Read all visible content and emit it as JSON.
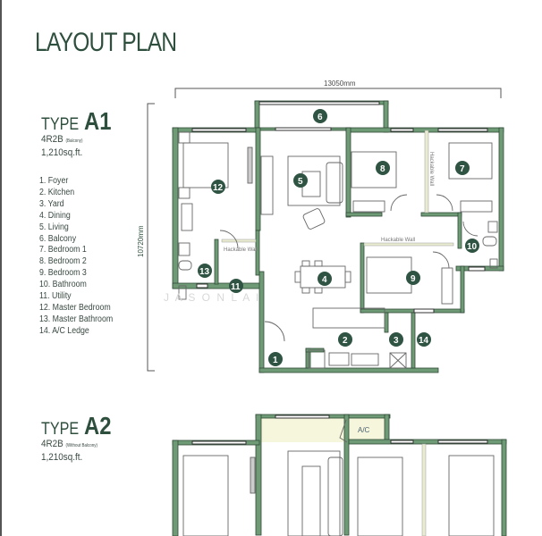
{
  "page": {
    "title": "LAYOUT PLAN",
    "watermark": "J  A  S  O  N     L  A  I"
  },
  "colors": {
    "wall": "#6f9a76",
    "wall_outline": "#2f4a38",
    "badge": "#2f5444",
    "title": "#2f4f3e",
    "hackable_wall": "#e9ecd0",
    "ac_ledge_fill": "#f6f6dc"
  },
  "type_a1": {
    "type_word": "TYPE",
    "code": "A1",
    "config": "4R2B",
    "config_note": "(Balcony)",
    "area": "1,210sq.ft.",
    "dimensions": {
      "width": "13050mm",
      "depth": "10720mm"
    },
    "hackable_wall_label": "Hackable Wall",
    "legend": [
      "1. Foyer",
      "2. Kitchen",
      "3. Yard",
      "4. Dining",
      "5. Living",
      "6. Balcony",
      "7. Bedroom 1",
      "8. Bedroom 2",
      "9. Bedroom 3",
      "10. Bathroom",
      "11. Utility",
      "12. Master Bedroom",
      "13. Master Bathroom",
      "14. A/C Ledge"
    ],
    "room_badges": [
      "1",
      "2",
      "3",
      "4",
      "5",
      "6",
      "7",
      "8",
      "9",
      "10",
      "11",
      "12",
      "13",
      "14"
    ]
  },
  "type_a2": {
    "type_word": "TYPE",
    "code": "A2",
    "config": "4R2B",
    "config_note": "(Without Balcony)",
    "area": "1,210sq.ft.",
    "ac_label": "A/C"
  }
}
